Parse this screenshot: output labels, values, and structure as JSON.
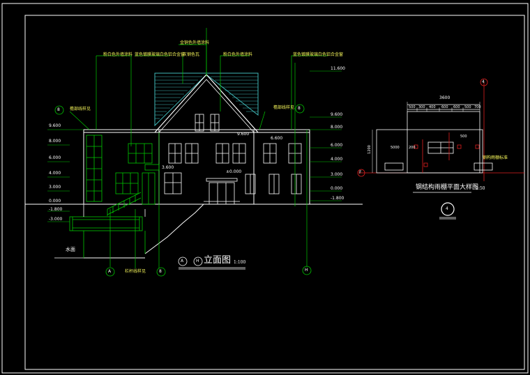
{
  "elevation": {
    "title": "立面图",
    "scale": "1:100",
    "axis_start": "A",
    "axis_end": "H",
    "callouts": {
      "top_left_1": "粉白色外墙涂料",
      "top_left_2": "蓝色镀膜玻璃白色铝合金窗",
      "top_center_1": "金铜色外墙涂料",
      "top_center_2": "灰钢色瓦",
      "top_right_1": "粉白色外墙涂料",
      "top_right_2": "蓝色镀膜玻璃白色铝合金窗",
      "side_left": "檐部线样见",
      "side_right": "檐部线样见",
      "bottom": "栏杆线样见",
      "water": "水面",
      "mark_a": "A",
      "mark_h": "H",
      "bubble_left": "8",
      "bubble_right": "8",
      "bubble_bottom": "8"
    },
    "levels_left": [
      "9.600",
      "8.000",
      "6.000",
      "4.000",
      "3.000",
      "0.000",
      "-1.800",
      "-3.000"
    ],
    "levels_right": [
      "11.600",
      "9.600",
      "8.000",
      "6.000",
      "4.000",
      "3.000",
      "0.000",
      "-1.800"
    ],
    "mid_labels": [
      "9.600",
      "6.600",
      "3.600",
      "±0.000"
    ]
  },
  "detail": {
    "title": "钢结构雨棚平面大样图",
    "scale": "1:50",
    "bubble": "4",
    "axis_label": "F",
    "axis_mark": "4",
    "dims_top": "3600",
    "dims_seg": [
      "500",
      "300",
      "400",
      "600",
      "600",
      "500",
      "700"
    ],
    "left_dim": "1200",
    "inner_labels": [
      "5000",
      "200",
      "500"
    ],
    "note": "钢构雨棚标准"
  },
  "colors": {
    "background": "#000000",
    "frame": "#ffffff",
    "lines_green": "#00c800",
    "lines_cyan": "#3fb8b8",
    "axis_red": "#e02020",
    "text": "#ffffff"
  }
}
